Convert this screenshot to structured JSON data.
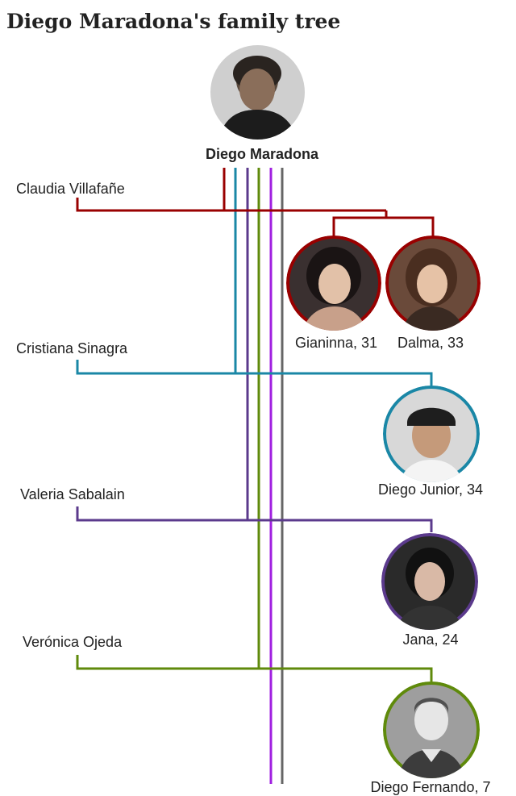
{
  "title": "Diego Maradona's family tree",
  "root": {
    "name": "Diego Maradona"
  },
  "partners": [
    {
      "name": "Claudia Villafañe",
      "color": "#990000",
      "children": [
        {
          "name": "Gianinna, 31"
        },
        {
          "name": "Dalma, 33"
        }
      ]
    },
    {
      "name": "Cristiana Sinagra",
      "color": "#1a87a6",
      "children": [
        {
          "name": "Diego Junior, 34"
        }
      ]
    },
    {
      "name": "Valeria Sabalain",
      "color": "#5b3a8c",
      "children": [
        {
          "name": "Jana, 24"
        }
      ]
    },
    {
      "name": "Verónica Ojeda",
      "color": "#5f8a0b",
      "children": [
        {
          "name": "Diego Fernando, 7"
        }
      ]
    }
  ],
  "extra_lines": [
    {
      "color": "#a020e0"
    },
    {
      "color": "#666666"
    }
  ],
  "icons": {
    "root": "portrait-photo-icon",
    "placeholder": "person-silhouette-icon"
  }
}
